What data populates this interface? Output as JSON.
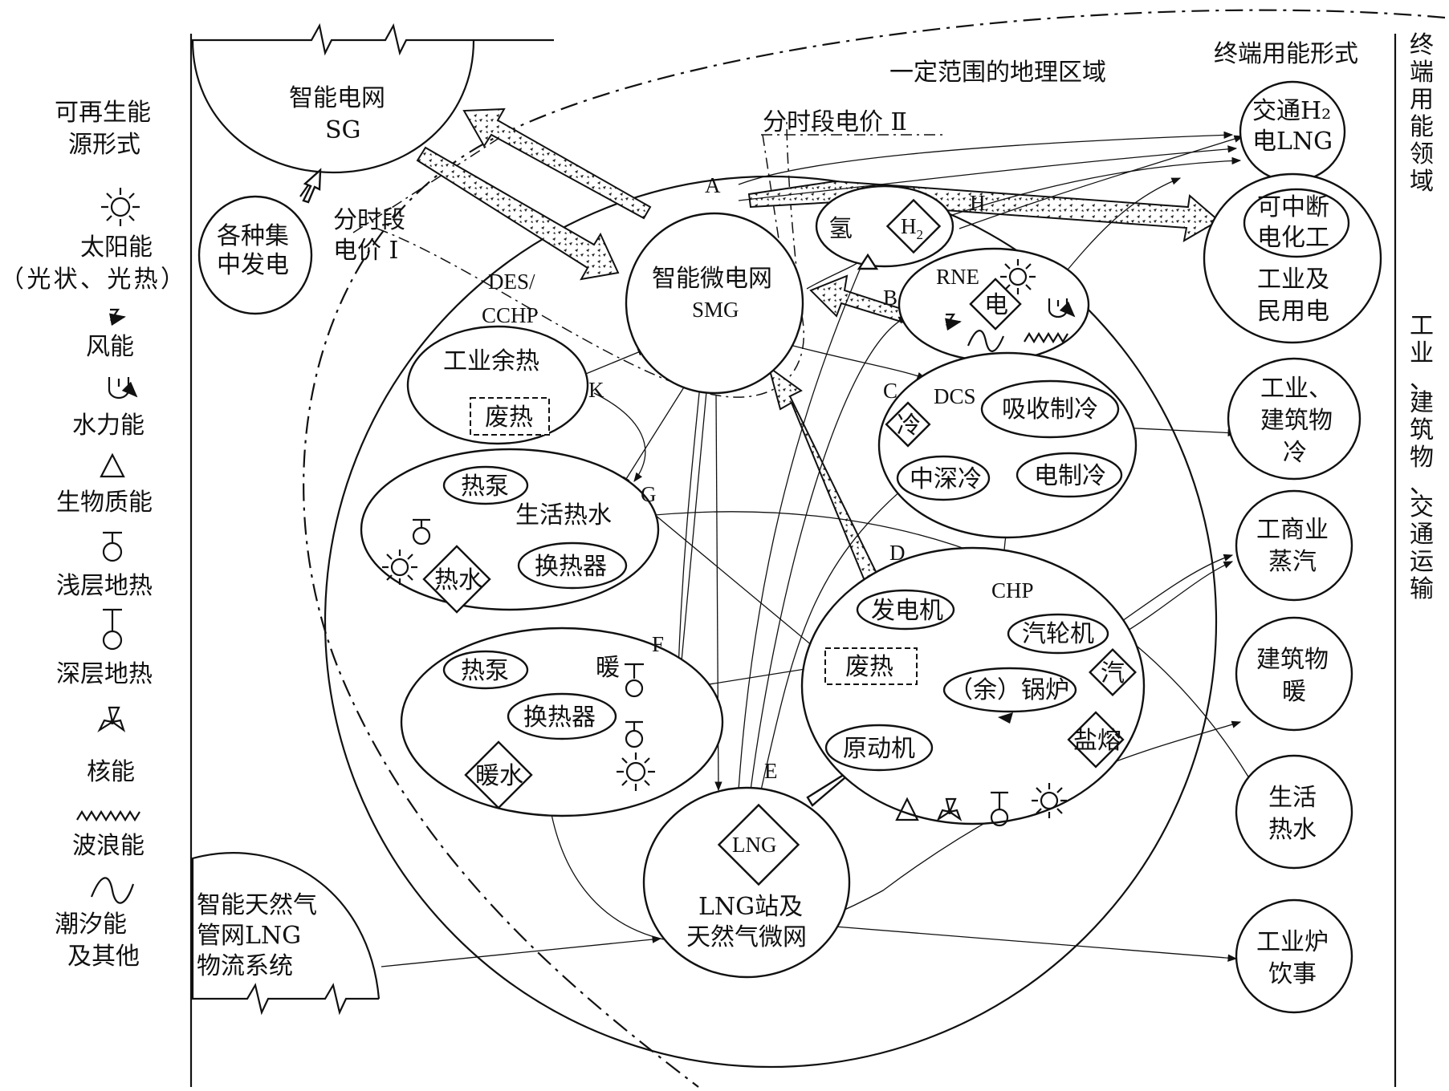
{
  "left_column": {
    "title": [
      "可再生能",
      "源形式"
    ],
    "items": [
      {
        "icon": "sun-icon",
        "label": "太阳能"
      },
      {
        "icon": "",
        "label": "（光状、光热）"
      },
      {
        "icon": "wind-icon",
        "label": "风能"
      },
      {
        "icon": "hydro-icon",
        "label": "水力能"
      },
      {
        "icon": "biomass-triangle-icon",
        "label": "生物质能"
      },
      {
        "icon": "shallow-geothermal-icon",
        "label": "浅层地热"
      },
      {
        "icon": "deep-geothermal-icon",
        "label": "深层地热"
      },
      {
        "icon": "nuclear-icon",
        "label": "核能"
      },
      {
        "icon": "wave-icon",
        "label": "波浪能"
      },
      {
        "icon": "tidal-icon",
        "label": "潮汐能"
      },
      {
        "icon": "",
        "label": "及其他"
      }
    ]
  },
  "region_label": "一定范围的地理区域",
  "terminal_header": "终端用能形式",
  "right_column": {
    "top": [
      "终",
      "端",
      "用",
      "能",
      "领",
      "域"
    ],
    "bottom": [
      "工",
      "业",
      "、",
      "建",
      "筑",
      "物",
      "、",
      "交",
      "通",
      "运",
      "输"
    ]
  },
  "nodes": {
    "sg": [
      "智能电网",
      "SG"
    ],
    "central_gen": [
      "各种集",
      "中发电"
    ],
    "tou1": [
      "分时段",
      "电价 Ⅰ"
    ],
    "tou2": "分时段电价 Ⅱ",
    "smg": [
      "智能微电网",
      "SMG"
    ],
    "des": [
      "DES/",
      "CCHP"
    ],
    "waste_ind": "工业余热",
    "waste_heat": "废热",
    "hot_water": {
      "title": "生活热水",
      "heat_pump": "热泵",
      "exchanger": "换热器",
      "hw": "热水"
    },
    "heating": {
      "heat_pump": "热泵",
      "warm": "暖",
      "exchanger": "换热器",
      "wn": "暖水"
    },
    "hydrogen": {
      "h": "氢",
      "h2": "H",
      "sub": "2"
    },
    "rne": {
      "label": "RNE",
      "elec": "电"
    },
    "dcs": {
      "label": "DCS",
      "absorb": "吸收制冷",
      "cold": "冷",
      "deep": "中深冷",
      "elec": "电制冷"
    },
    "chp": {
      "label": "CHP",
      "gen": "发电机",
      "turbine": "汽轮机",
      "waste": "废热",
      "boiler": "（余）锅炉",
      "steam": "汽",
      "prime": "原动机",
      "salt": "盐熔"
    },
    "lng": {
      "diamond": "LNG",
      "line1": "LNG站及",
      "line2": "天然气微网"
    },
    "gas_grid": [
      "智能天然气",
      "管网LNG",
      "物流系统"
    ]
  },
  "letters": [
    "A",
    "B",
    "C",
    "D",
    "E",
    "F",
    "G",
    "H",
    "K"
  ],
  "terminals": [
    {
      "lines": [
        "交通H₂",
        "电LNG"
      ]
    },
    {
      "lines": [
        "可中断",
        "电化工"
      ]
    },
    {
      "lines": [
        "工业及",
        "民用电"
      ]
    },
    {
      "lines": [
        "工业、",
        "建筑物",
        "冷"
      ]
    },
    {
      "lines": [
        "工商业",
        "蒸汽"
      ]
    },
    {
      "lines": [
        "建筑物",
        "暖"
      ]
    },
    {
      "lines": [
        "生活",
        "热水"
      ]
    },
    {
      "lines": [
        "工业炉",
        "饮事"
      ]
    }
  ]
}
